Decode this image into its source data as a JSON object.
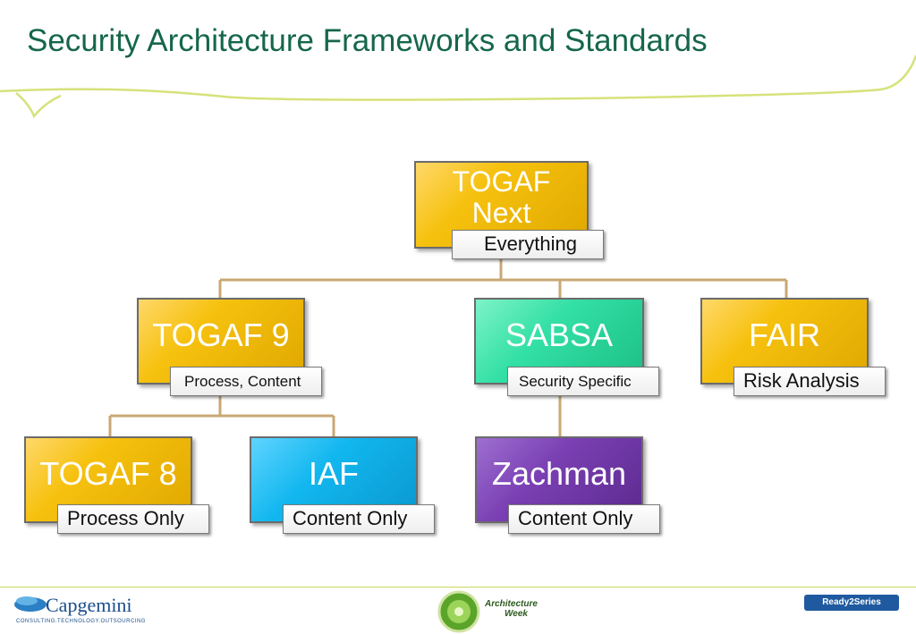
{
  "title": "Security Architecture Frameworks and Standards",
  "nodes": [
    {
      "id": "togaf-next",
      "name": "TOGAF Next",
      "tag": "Everything"
    },
    {
      "id": "togaf9",
      "name": "TOGAF 9",
      "tag": "Process, Content"
    },
    {
      "id": "sabsa",
      "name": "SABSA",
      "tag": "Security Specific"
    },
    {
      "id": "fair",
      "name": "FAIR",
      "tag": "Risk Analysis"
    },
    {
      "id": "togaf8",
      "name": "TOGAF 8",
      "tag": "Process Only"
    },
    {
      "id": "iaf",
      "name": "IAF",
      "tag": "Content Only"
    },
    {
      "id": "zachman",
      "name": "Zachman",
      "tag": "Content Only"
    }
  ],
  "edges": [
    [
      "togaf-next",
      "togaf9"
    ],
    [
      "togaf-next",
      "sabsa"
    ],
    [
      "togaf-next",
      "fair"
    ],
    [
      "togaf9",
      "togaf8"
    ],
    [
      "togaf9",
      "iaf"
    ],
    [
      "sabsa",
      "zachman"
    ]
  ],
  "footer": {
    "capgemini": "Capgemini",
    "capgemini_tagline": "CONSULTING.TECHNOLOGY.OUTSOURCING",
    "event_line1": "Architecture",
    "event_line2": "Week",
    "series": "Ready2Series"
  },
  "colors": {
    "title": "#15674a",
    "accent_line": "#c9d85a",
    "connector": "#c8a874",
    "yellow": "#f6c10e",
    "blue": "#12b7ef",
    "green": "#33e0a5",
    "purple": "#7a3fb3"
  }
}
